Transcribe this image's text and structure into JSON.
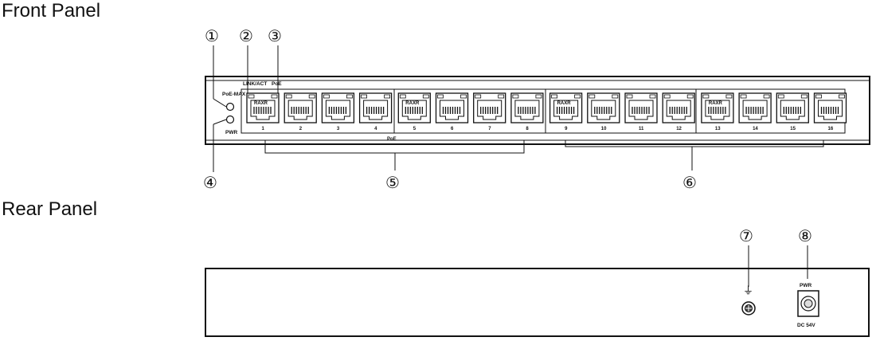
{
  "front_panel": {
    "title": "Front Panel",
    "labels": {
      "poe_max": "PoE-MAX",
      "link_act": "LINK/ACT",
      "poe_led": "PoE",
      "pwr": "PWR",
      "poe_group": "PoE"
    },
    "ports": [
      "1",
      "2",
      "3",
      "4",
      "5",
      "6",
      "7",
      "8",
      "9",
      "10",
      "11",
      "12",
      "13",
      "14",
      "15",
      "16"
    ],
    "port_group_brand": "RAXR",
    "callouts": [
      "①",
      "②",
      "③",
      "④",
      "⑤",
      "⑥"
    ]
  },
  "rear_panel": {
    "title": "Rear Panel",
    "labels": {
      "pwr": "PWR",
      "dc": "DC 54V",
      "ground_symbol": "⏚"
    },
    "callouts": [
      "⑦",
      "⑧"
    ]
  }
}
